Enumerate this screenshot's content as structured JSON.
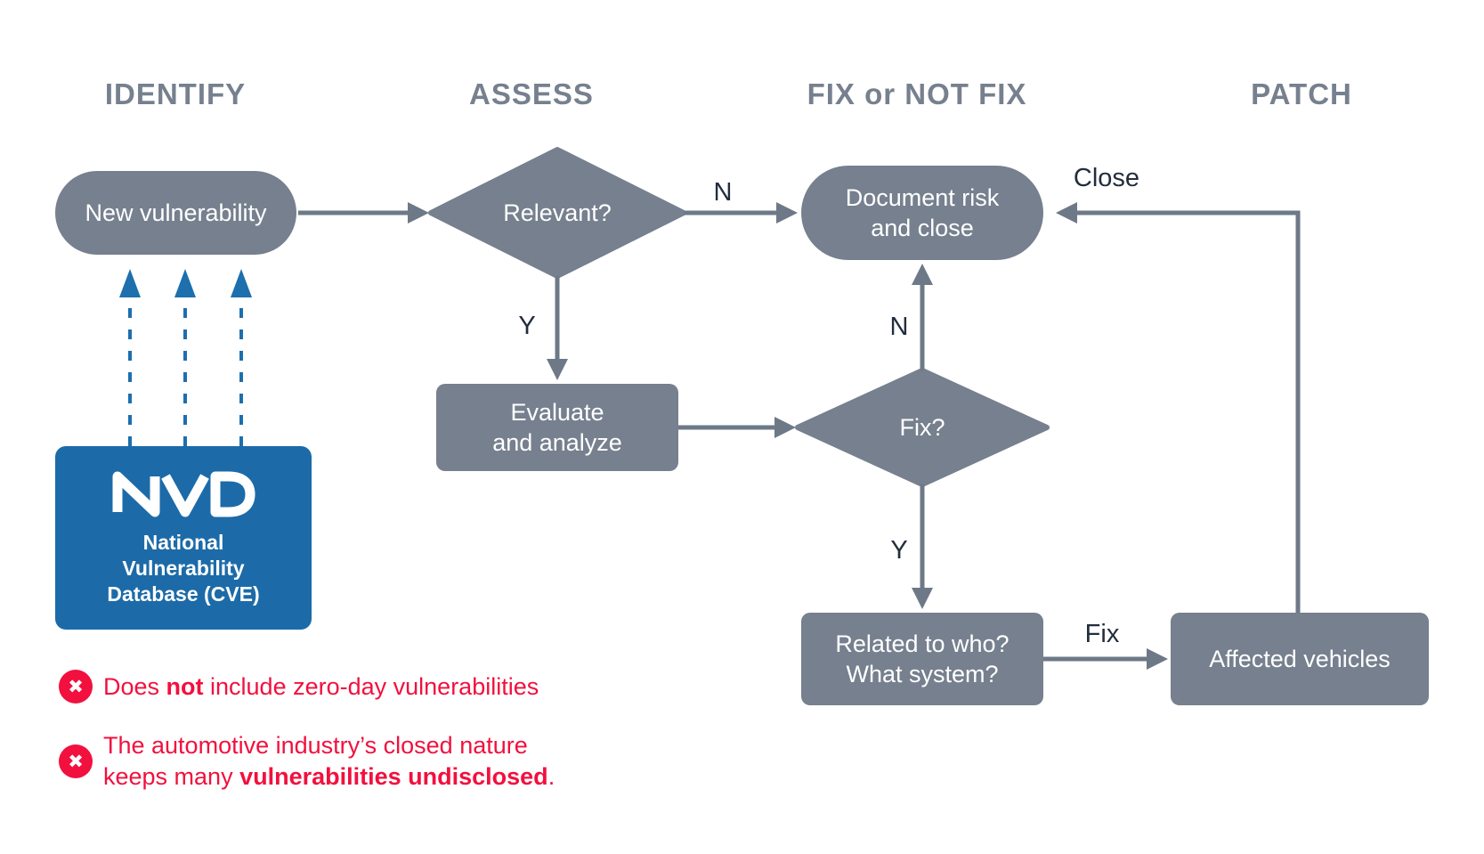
{
  "palette": {
    "node_gray": "#76808E",
    "arrow_gray": "#6E7987",
    "header_gray": "#76808E",
    "edge_label": "#222D3D",
    "nvd_blue": "#1C6BA8",
    "dashed_arrow_blue": "#1D6FAE",
    "alert_red": "#F2103E",
    "node_text": "#FFFFFF"
  },
  "headers": {
    "identify": "IDENTIFY",
    "assess": "ASSESS",
    "fix_or_not_fix": "FIX or NOT FIX",
    "patch": "PATCH"
  },
  "nodes": {
    "new_vulnerability": {
      "label": "New vulnerability"
    },
    "relevant": {
      "label": "Relevant?"
    },
    "document_risk": {
      "label": "Document risk\nand close"
    },
    "evaluate": {
      "label": "Evaluate\nand analyze"
    },
    "fix": {
      "label": "Fix?"
    },
    "related": {
      "label": "Related to who?\nWhat system?"
    },
    "affected_vehicles": {
      "label": "Affected vehicles"
    }
  },
  "edge_labels": {
    "relevant_no": "N",
    "relevant_yes": "Y",
    "fix_no": "N",
    "fix_yes": "Y",
    "fix_out": "Fix",
    "close": "Close"
  },
  "nvd": {
    "logo": "NVD",
    "subtitle": "National\nVulnerability\nDatabase (CVE)"
  },
  "notes": {
    "icon": "✖",
    "n1_pre": "Does ",
    "n1_bold": "not",
    "n1_post": " include zero-day vulnerabilities",
    "n2_line1": "The automotive industry’s closed nature",
    "n2_pre": "keeps many ",
    "n2_bold": "vulnerabilities undisclosed",
    "n2_post": "."
  }
}
